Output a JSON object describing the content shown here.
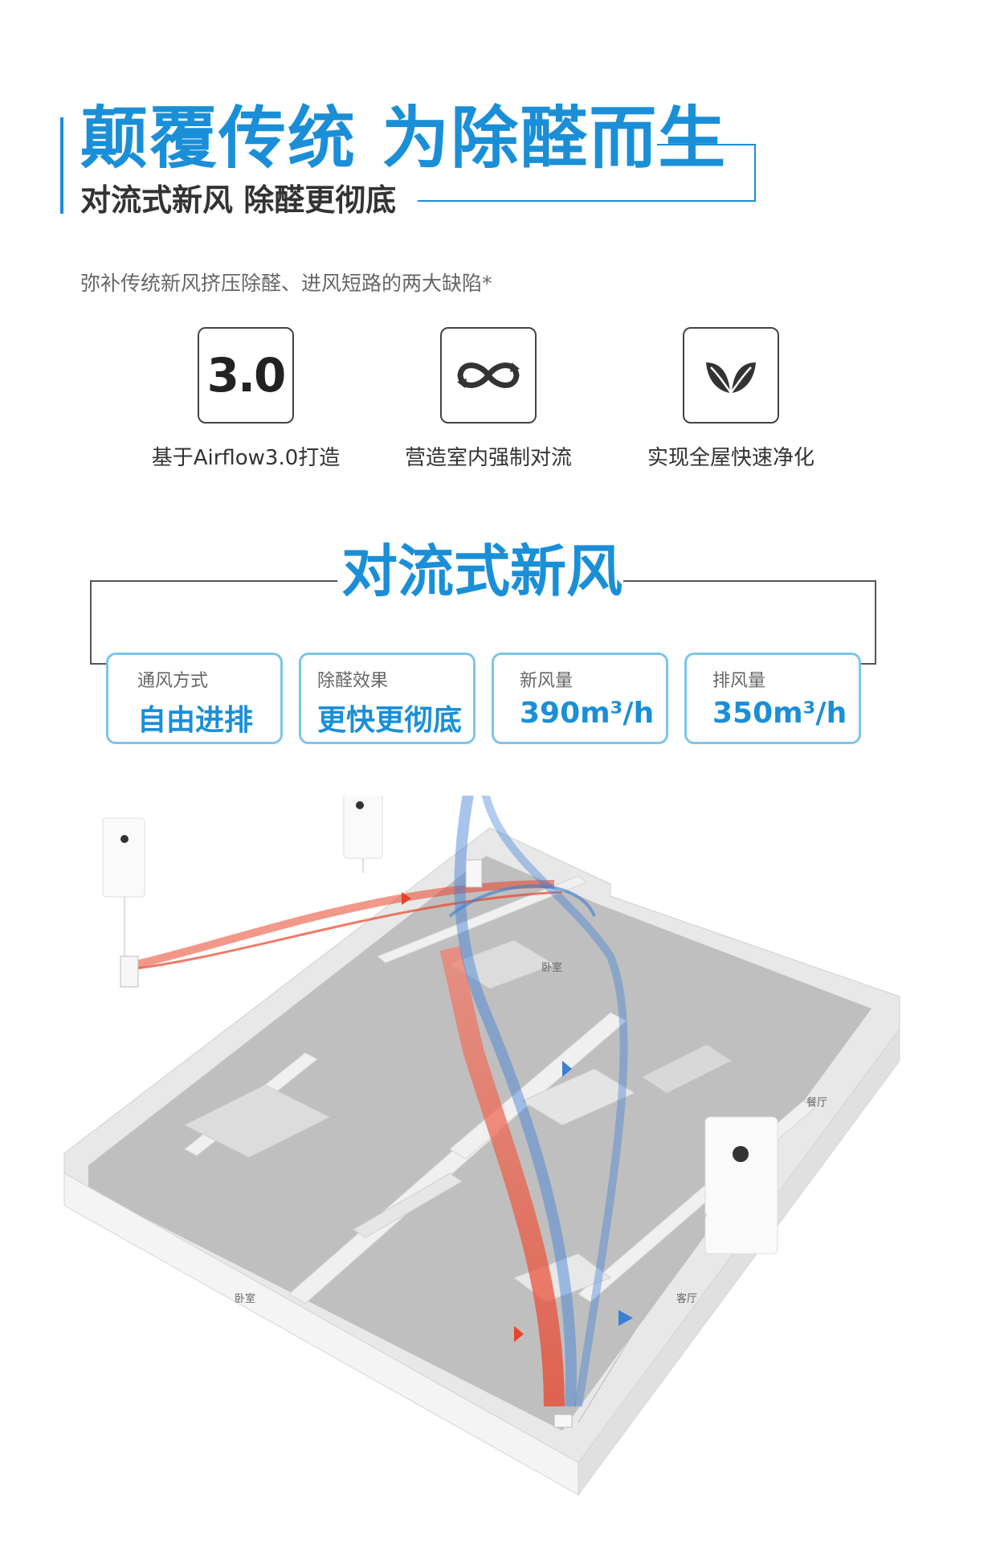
{
  "header": {
    "title": "颠覆传统 为除醛而生",
    "subtitle": "对流式新风 除醛更彻底",
    "intro": "弥补传统新风挤压除醛、进风短路的两大缺陷*"
  },
  "features": [
    {
      "icon": "airflow-3-badge-icon",
      "badge": "3.0",
      "caption": "基于Airflow3.0打造"
    },
    {
      "icon": "convection-loop-icon",
      "caption": "营造室内强制对流"
    },
    {
      "icon": "leaf-icon",
      "caption": "实现全屋快速净化"
    }
  ],
  "section": {
    "title": "对流式新风"
  },
  "specs": [
    {
      "label": "通风方式",
      "value": "自由进排"
    },
    {
      "label": "除醛效果",
      "value": "更快更彻底"
    },
    {
      "label": "新风量",
      "value": "390m³/h"
    },
    {
      "label": "排风量",
      "value": "350m³/h"
    }
  ],
  "floorplan": {
    "rooms": [
      "卧室",
      "卧室",
      "客厅",
      "餐厅"
    ]
  },
  "colors": {
    "brand": "#1a8fd8",
    "spec_border": "#7cc5e8",
    "outflow": "#e8442a",
    "inflow": "#3b7fd4"
  }
}
